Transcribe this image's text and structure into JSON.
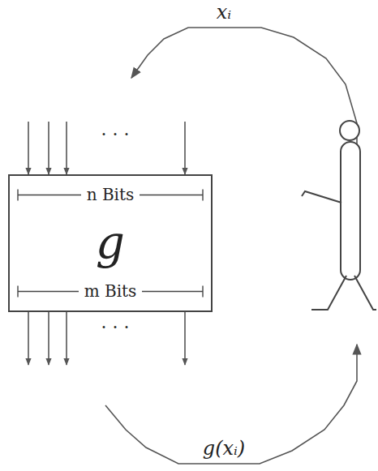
{
  "diagram": {
    "nodes": [
      {
        "text": [
          "n Bits",
          "g",
          "m Bits"
        ]
      }
    ],
    "labels": [
      "xᵢ",
      "g(xᵢ)",
      "· · ·",
      "· · ·"
    ]
  }
}
